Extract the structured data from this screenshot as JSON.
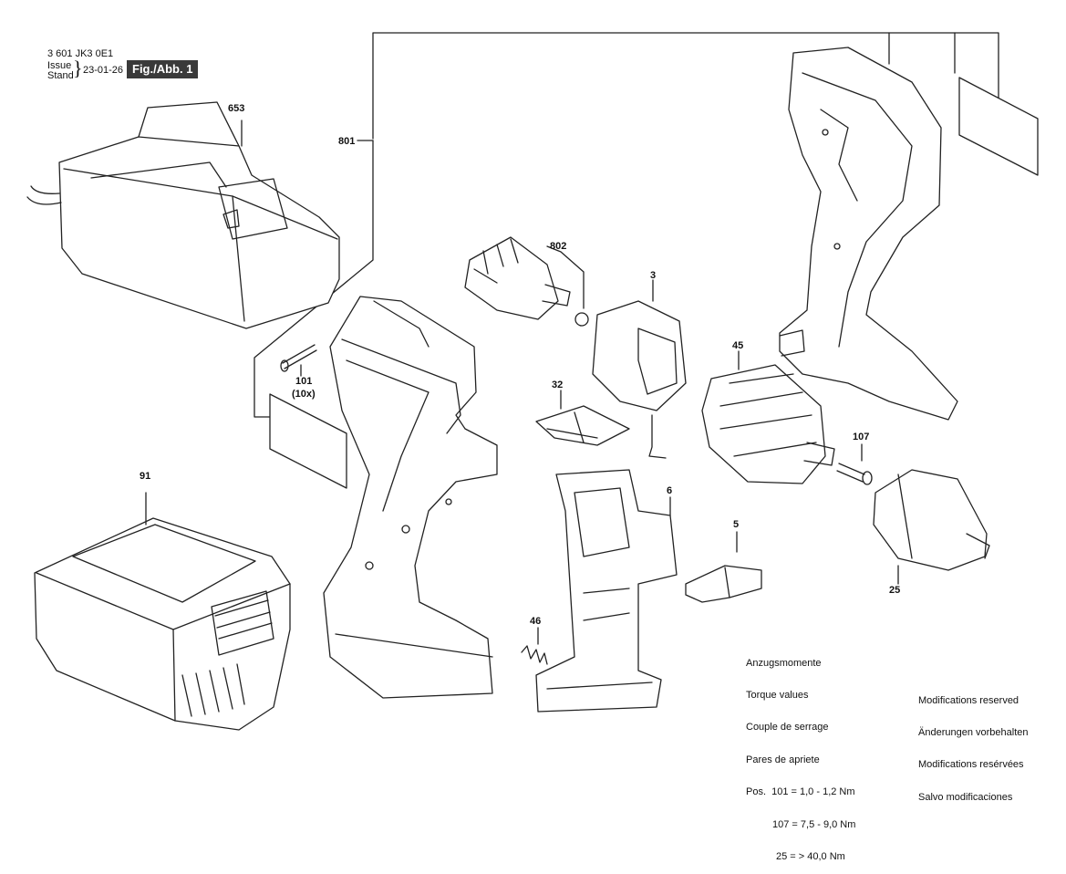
{
  "header": {
    "part_number": "3 601 JK3 0E1",
    "issue_label": "Issue",
    "stand_label": "Stand",
    "date": "23-01-26",
    "figure_label": "Fig./Abb. 1"
  },
  "parts": {
    "p653": "653",
    "p801": "801",
    "p802": "802",
    "p3": "3",
    "p45": "45",
    "p32": "32",
    "p101": "101",
    "p101_qty": "(10x)",
    "p107": "107",
    "p91": "91",
    "p6": "6",
    "p5": "5",
    "p25": "25",
    "p46": "46"
  },
  "torque": {
    "lines": [
      "Anzugsmomente",
      "Torque values",
      "Couple de serrage",
      "Pares de apriete"
    ],
    "row1": "Pos.  101 = 1,0 - 1,2 Nm",
    "row2": "107 = 7,5 - 9,0 Nm",
    "row3": "25 = > 40,0 Nm"
  },
  "modifications": {
    "lines": [
      "Modifications reserved",
      "Änderungen vorbehalten",
      "Modifications resérvées",
      "Salvo modificaciones"
    ]
  }
}
